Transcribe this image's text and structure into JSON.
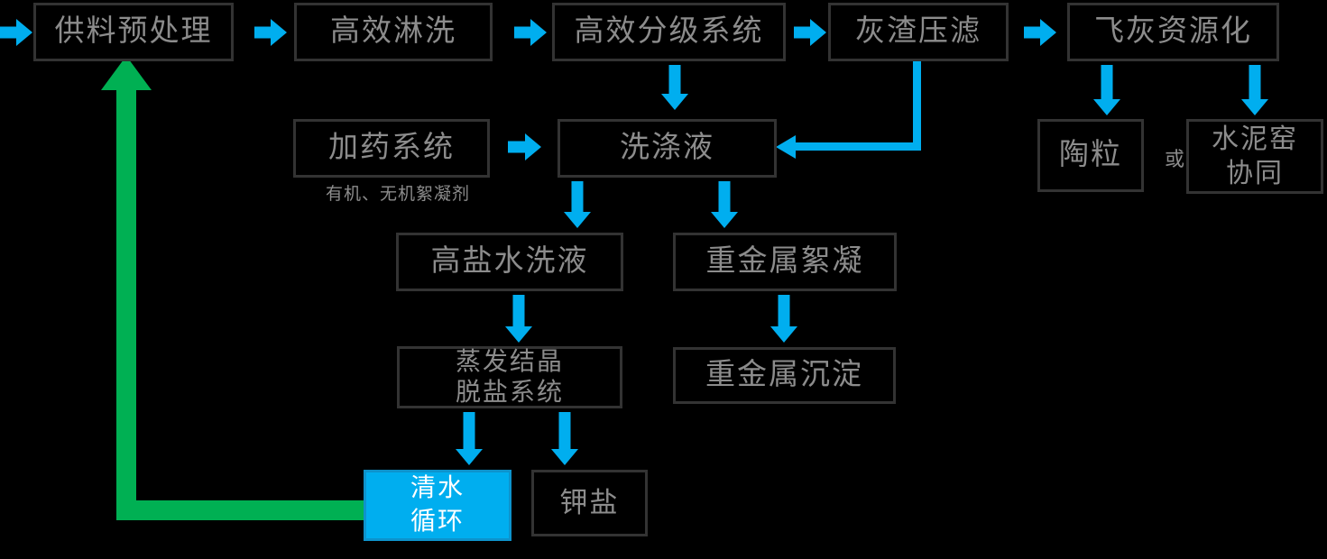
{
  "diagram": {
    "type": "flowchart",
    "nodes": {
      "feed": {
        "label": "供料预处理"
      },
      "rinse": {
        "label": "高效淋洗"
      },
      "grading": {
        "label": "高效分级系统"
      },
      "press": {
        "label": "灰渣压滤"
      },
      "flyash": {
        "label": "飞灰资源化"
      },
      "ceramsite": {
        "label": "陶粒"
      },
      "cement": {
        "label": "水泥窑\n协同"
      },
      "dosing": {
        "label": "加药系统",
        "note": "有机、无机絮凝剂"
      },
      "washliq": {
        "label": "洗涤液"
      },
      "brine": {
        "label": "高盐水洗液"
      },
      "floc": {
        "label": "重金属絮凝"
      },
      "evap": {
        "label": "蒸发结晶\n脱盐系统"
      },
      "precip": {
        "label": "重金属沉淀"
      },
      "water": {
        "label": "清水\n循环"
      },
      "potash": {
        "label": "钾盐"
      }
    },
    "or_label": "或",
    "edges": [
      "input → 供料预处理",
      "供料预处理 → 高效淋洗",
      "高效淋洗 → 高效分级系统",
      "高效分级系统 → 灰渣压滤",
      "灰渣压滤 → 飞灰资源化",
      "高效分级系统 → 洗涤液",
      "灰渣压滤 → 洗涤液",
      "加药系统 → 洗涤液",
      "飞灰资源化 → 陶粒",
      "飞灰资源化 → 水泥窑协同",
      "洗涤液 → 高盐水洗液",
      "洗涤液 → 重金属絮凝",
      "高盐水洗液 → 蒸发结晶脱盐系统",
      "重金属絮凝 → 重金属沉淀",
      "蒸发结晶脱盐系统 → 清水循环",
      "蒸发结晶脱盐系统 → 钾盐",
      "清水循环 → 供料预处理 (回用)"
    ]
  },
  "colors": {
    "background": "#000000",
    "box_border": "#333333",
    "box_text": "#8c8c8c",
    "arrow_blue": "#00aeef",
    "recycle_green": "#00b053",
    "highlight_fill": "#00aeef",
    "highlight_border": "#0d93cc",
    "highlight_text": "#ffffff"
  }
}
